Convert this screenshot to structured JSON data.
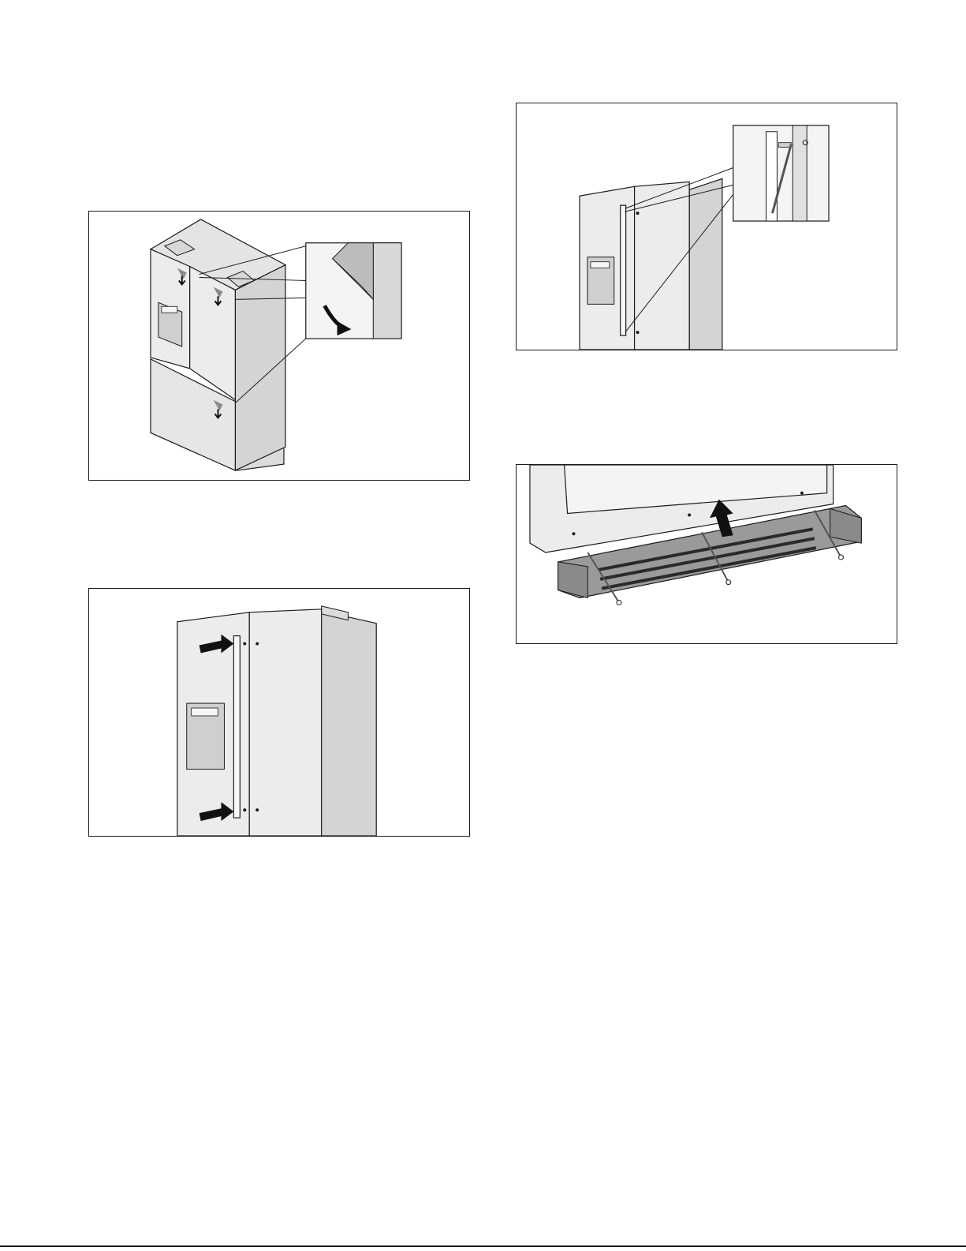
{
  "page": {
    "figures": [
      {
        "id": "fig1",
        "icon": "peel-protective-film-illustration"
      },
      {
        "id": "fig2",
        "icon": "attach-door-handle-illustration"
      },
      {
        "id": "fig3",
        "icon": "tighten-handle-screw-illustration"
      },
      {
        "id": "fig4",
        "icon": "mount-toe-kick-grille-illustration"
      }
    ]
  },
  "colors": {
    "outline": "#1a1a1a",
    "appliance": "#ececec",
    "appliance_side": "#dcdcdc",
    "appliance_dark": "#c8c8c8",
    "grille": "#8a8a8a",
    "arrow": "#111111"
  }
}
